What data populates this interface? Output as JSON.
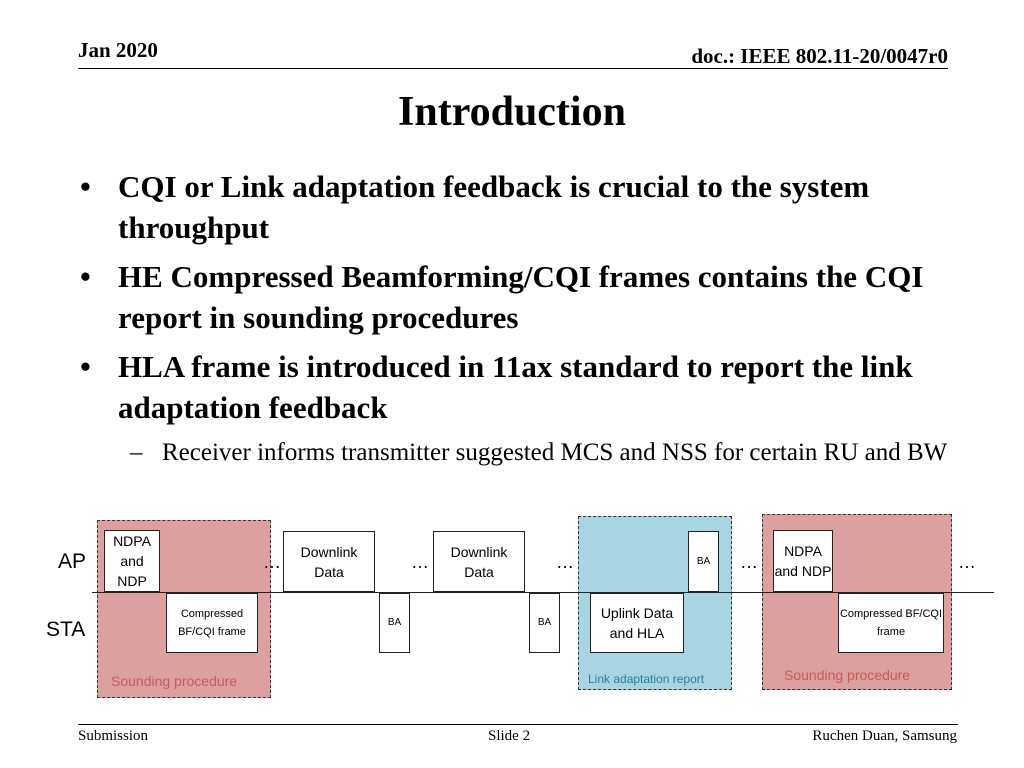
{
  "header": {
    "date": "Jan 2020",
    "doc": "doc.: IEEE 802.11-20/0047r0"
  },
  "title": "Introduction",
  "bullets": [
    "CQI or Link adaptation feedback is crucial to the system throughput",
    "HE Compressed Beamforming/CQI frames contains the CQI report in sounding procedures",
    "HLA frame is introduced in 11ax standard to report the link adaptation feedback"
  ],
  "subbullet": "Receiver informs transmitter suggested MCS and NSS for certain RU and BW",
  "diagram": {
    "lane_ap": "AP",
    "lane_sta": "STA",
    "ndpa_1": "NDPA and NDP",
    "compressed_1": "Compressed BF/CQI frame",
    "downlink_1": "Downlink Data",
    "ba_1": "BA",
    "downlink_2": "Downlink Data",
    "ba_2": "BA",
    "uplink_hla": "Uplink Data and HLA",
    "ba_3": "BA",
    "ndpa_2": "NDPA and NDP",
    "compressed_2": "Compressed BF/CQI frame",
    "ellipsis": "…",
    "sounding_label_1": "Sounding procedure",
    "link_adapt_label": "Link adaptation report",
    "sounding_label_2": "Sounding procedure"
  },
  "footer": {
    "left": "Submission",
    "center": "Slide 2",
    "right": "Ruchen Duan, Samsung"
  }
}
